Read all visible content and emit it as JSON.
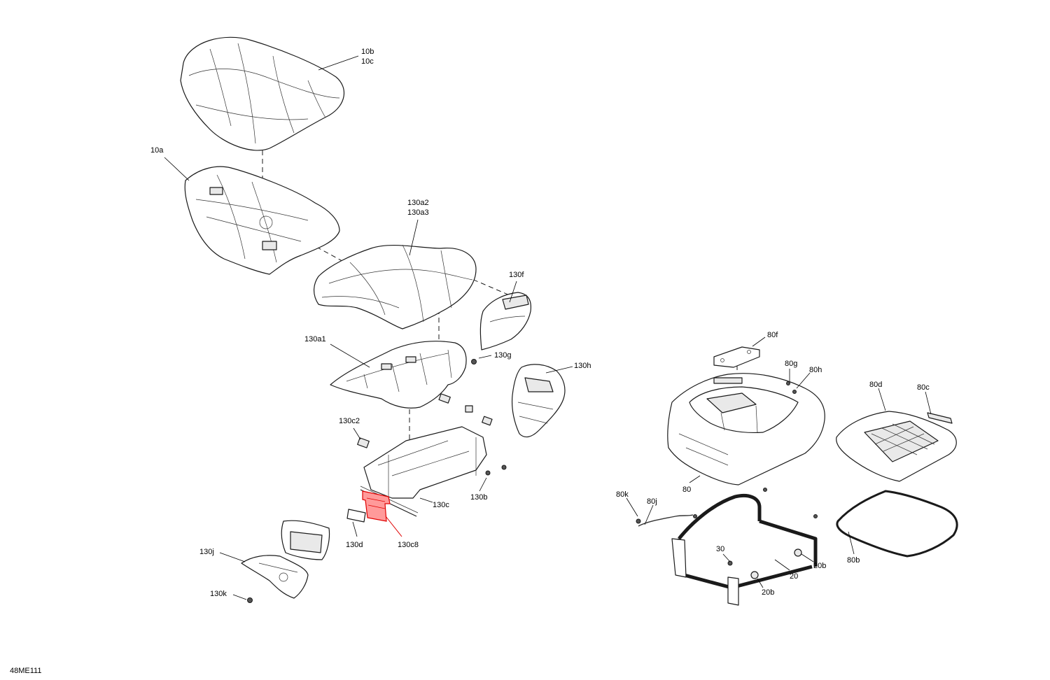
{
  "diagram_id": "48ME111",
  "highlight_color": "#e00000",
  "labels": {
    "l_10b": "10b",
    "l_10c": "10c",
    "l_10a": "10a",
    "l_130a2": "130a2",
    "l_130a3": "130a3",
    "l_130f": "130f",
    "l_130a1": "130a1",
    "l_130g": "130g",
    "l_130h": "130h",
    "l_130c2": "130c2",
    "l_130c": "130c",
    "l_130b": "130b",
    "l_130d": "130d",
    "l_130c8": "130c8",
    "l_130j": "130j",
    "l_130k": "130k",
    "l_80f": "80f",
    "l_80g": "80g",
    "l_80h": "80h",
    "l_80d": "80d",
    "l_80c": "80c",
    "l_80": "80",
    "l_80k": "80k",
    "l_80j": "80j",
    "l_30": "30",
    "l_20": "20",
    "l_20b_1": "20b",
    "l_20b_2": "20b",
    "l_80b": "80b"
  }
}
